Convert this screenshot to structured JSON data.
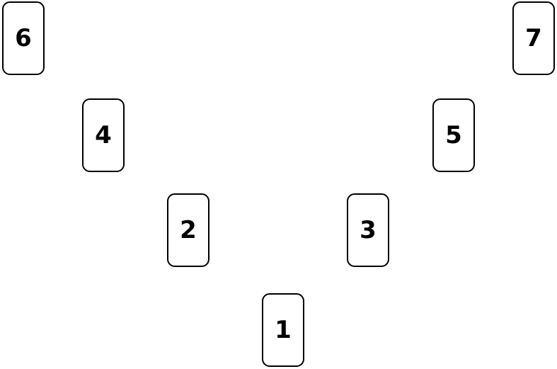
{
  "spread": {
    "cards": [
      {
        "label": "1"
      },
      {
        "label": "2"
      },
      {
        "label": "3"
      },
      {
        "label": "4"
      },
      {
        "label": "5"
      },
      {
        "label": "6"
      },
      {
        "label": "7"
      }
    ]
  }
}
